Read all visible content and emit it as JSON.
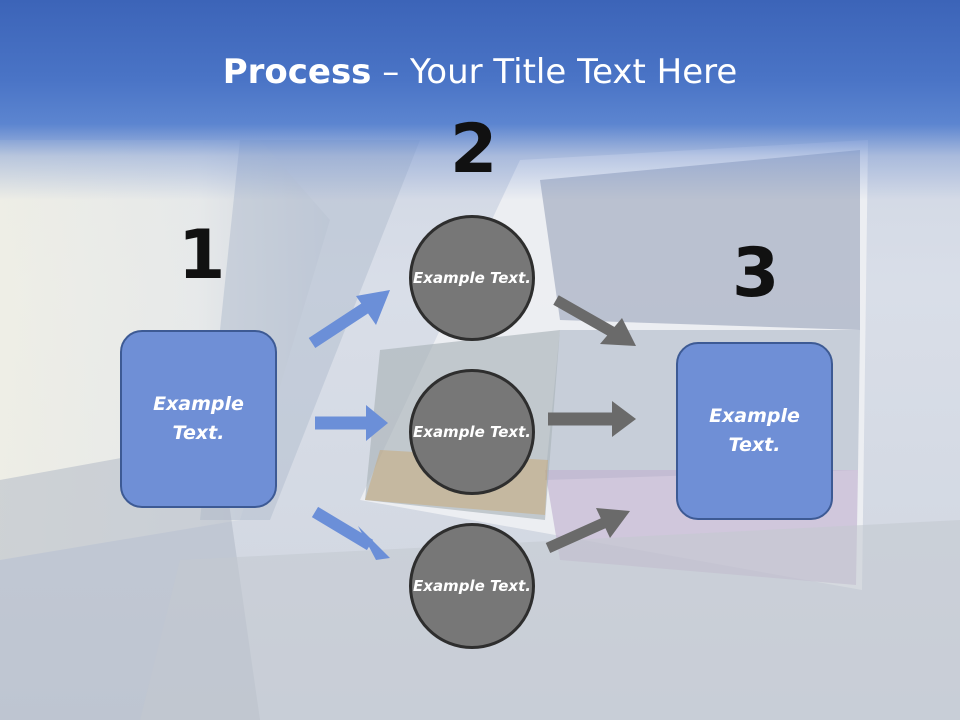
{
  "slide": {
    "title_bold": "Process",
    "title_rest": " – Your Title Text Here"
  },
  "steps": {
    "n1": "1",
    "n2": "2",
    "n3": "3"
  },
  "boxes": {
    "left": "Example Text.",
    "right": "Example Text."
  },
  "circles": [
    "Example Text.",
    "Example Text.",
    "Example Text."
  ],
  "colors": {
    "header": "#4a74c6",
    "box_fill": "#6f8fd6",
    "circle_fill": "#777777",
    "blue_arrow": "#6b8fd8",
    "gray_arrow": "#6a6a6a"
  }
}
